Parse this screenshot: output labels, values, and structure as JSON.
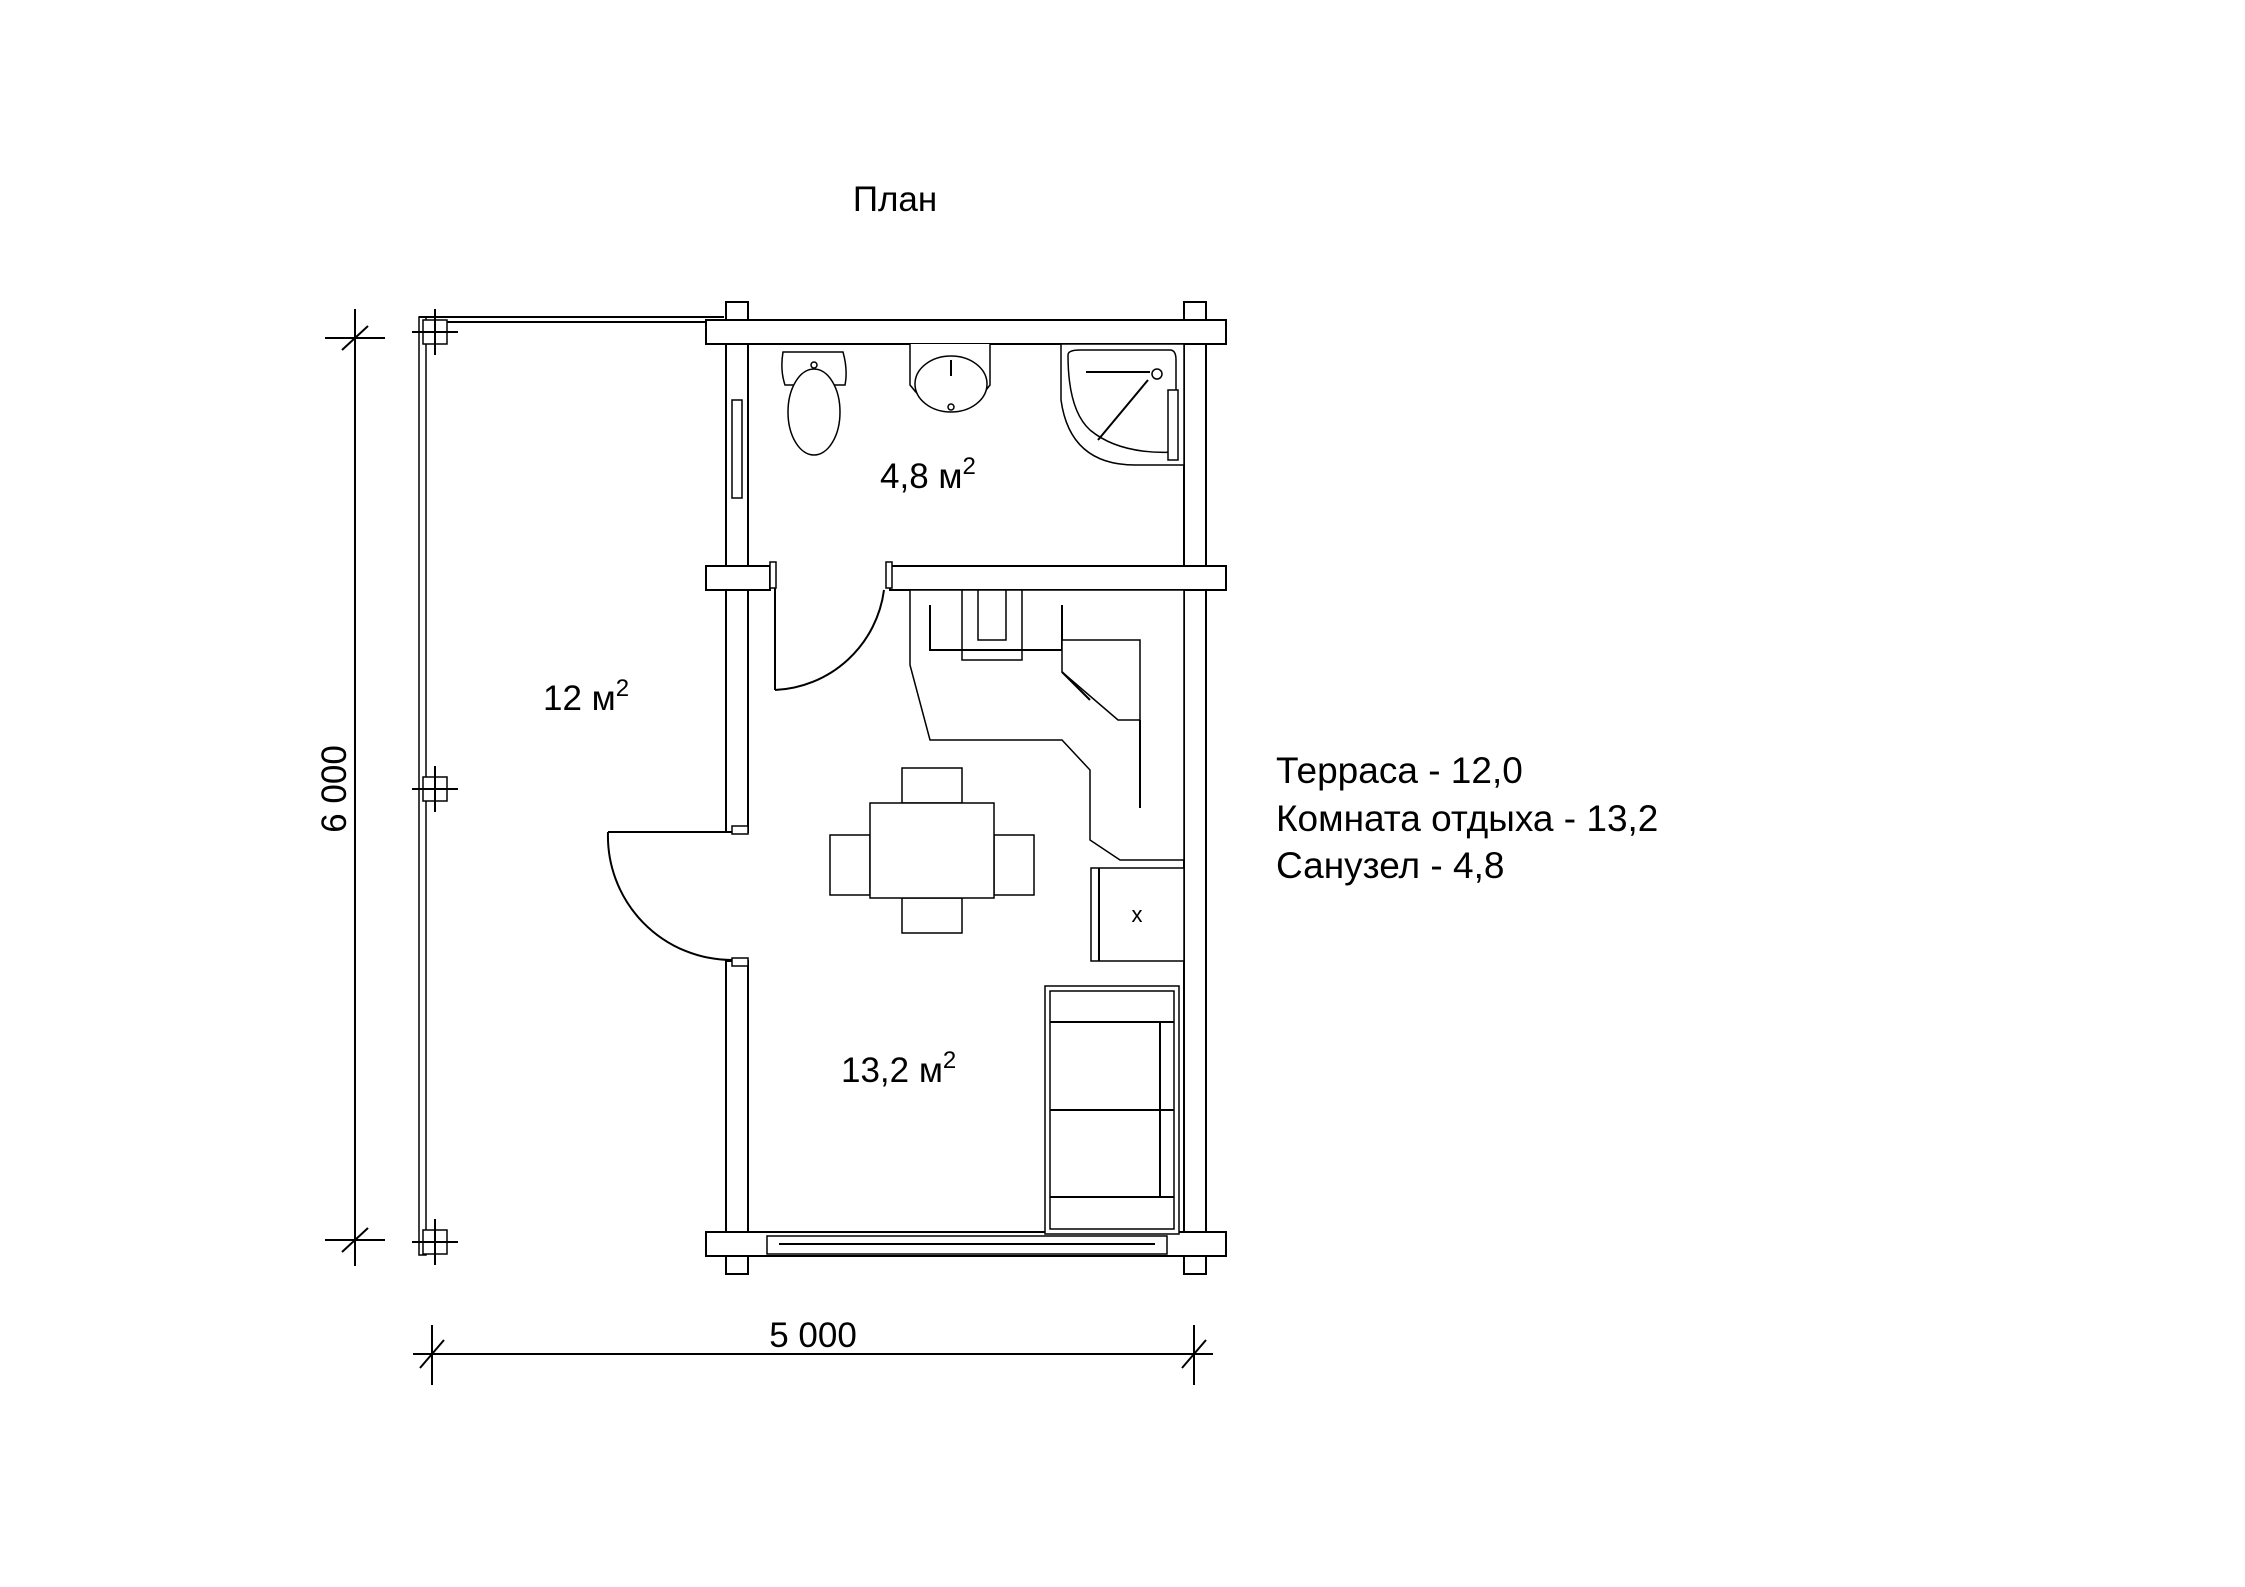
{
  "title": "План",
  "dimensions": {
    "height": "6 000",
    "width": "5 000"
  },
  "rooms": {
    "bathroom": {
      "area": "4,8 м",
      "sup": "2"
    },
    "terrace": {
      "area": "12 м",
      "sup": "2"
    },
    "lounge": {
      "area": "13,2 м",
      "sup": "2"
    }
  },
  "legend": [
    "Терраса - 12,0",
    "Комната отдыха - 13,2",
    "Санузел - 4,8"
  ],
  "stove_mark": "x"
}
